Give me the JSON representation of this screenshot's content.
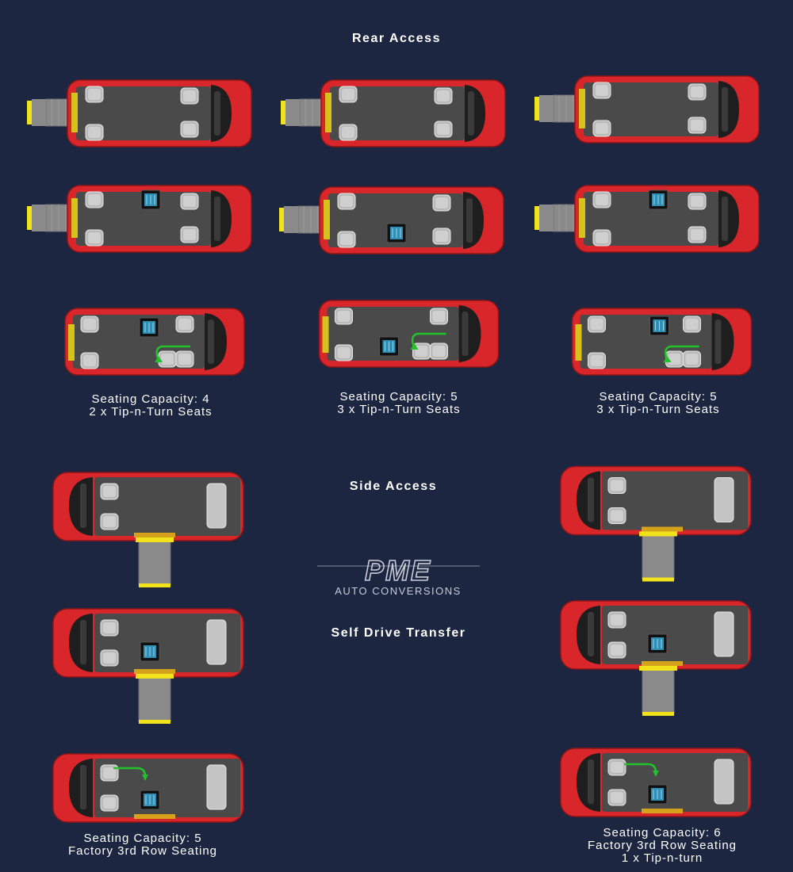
{
  "headings": {
    "rear_access": "Rear Access",
    "side_access": "Side Access",
    "self_drive_transfer": "Self Drive Transfer"
  },
  "logo": {
    "mark": "PME",
    "subtitle": "AUTO CONVERSIONS"
  },
  "rear_captions": [
    {
      "capacity": "Seating Capacity: 4",
      "detail": "2 x Tip-n-Turn Seats"
    },
    {
      "capacity": "Seating Capacity: 5",
      "detail": "3 x Tip-n-Turn Seats"
    },
    {
      "capacity": "Seating Capacity: 5",
      "detail": "3 x Tip-n-Turn Seats"
    }
  ],
  "side_captions": {
    "left": {
      "capacity": "Seating Capacity: 5",
      "detail": "Factory 3rd Row Seating"
    },
    "right": {
      "capacity": "Seating Capacity: 6",
      "detail": "Factory 3rd Row Seating",
      "extra": "1 x Tip-n-turn"
    }
  },
  "colors": {
    "background": "#1c2641",
    "van_body": "#d8262a",
    "floor": "#4a4a4a",
    "ramp": "#8a8a8a",
    "ramp_edge": "#f2e21b",
    "wheelchair": "#2f8fb4",
    "arrow": "#22c22a",
    "text": "#ffffff"
  }
}
